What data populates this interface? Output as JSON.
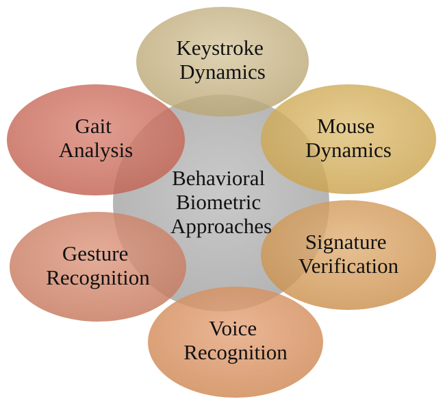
{
  "center": {
    "lines": [
      "Behavioral",
      "Biometric",
      "Approaches"
    ],
    "color": "#A9A9A9"
  },
  "nodes": [
    {
      "id": "keystroke",
      "lines": [
        "Keystroke",
        "Dynamics"
      ],
      "color": "#B8A472"
    },
    {
      "id": "mouse",
      "lines": [
        "Mouse",
        "Dynamics"
      ],
      "color": "#C9A04A"
    },
    {
      "id": "signature",
      "lines": [
        "Signature",
        "Verification"
      ],
      "color": "#C98E4A"
    },
    {
      "id": "voice",
      "lines": [
        "Voice",
        "Recognition"
      ],
      "color": "#CD8550"
    },
    {
      "id": "gesture",
      "lines": [
        "Gesture",
        "Recognition"
      ],
      "color": "#C4765A"
    },
    {
      "id": "gait",
      "lines": [
        "Gait",
        "Analysis"
      ],
      "color": "#C0604F"
    }
  ]
}
